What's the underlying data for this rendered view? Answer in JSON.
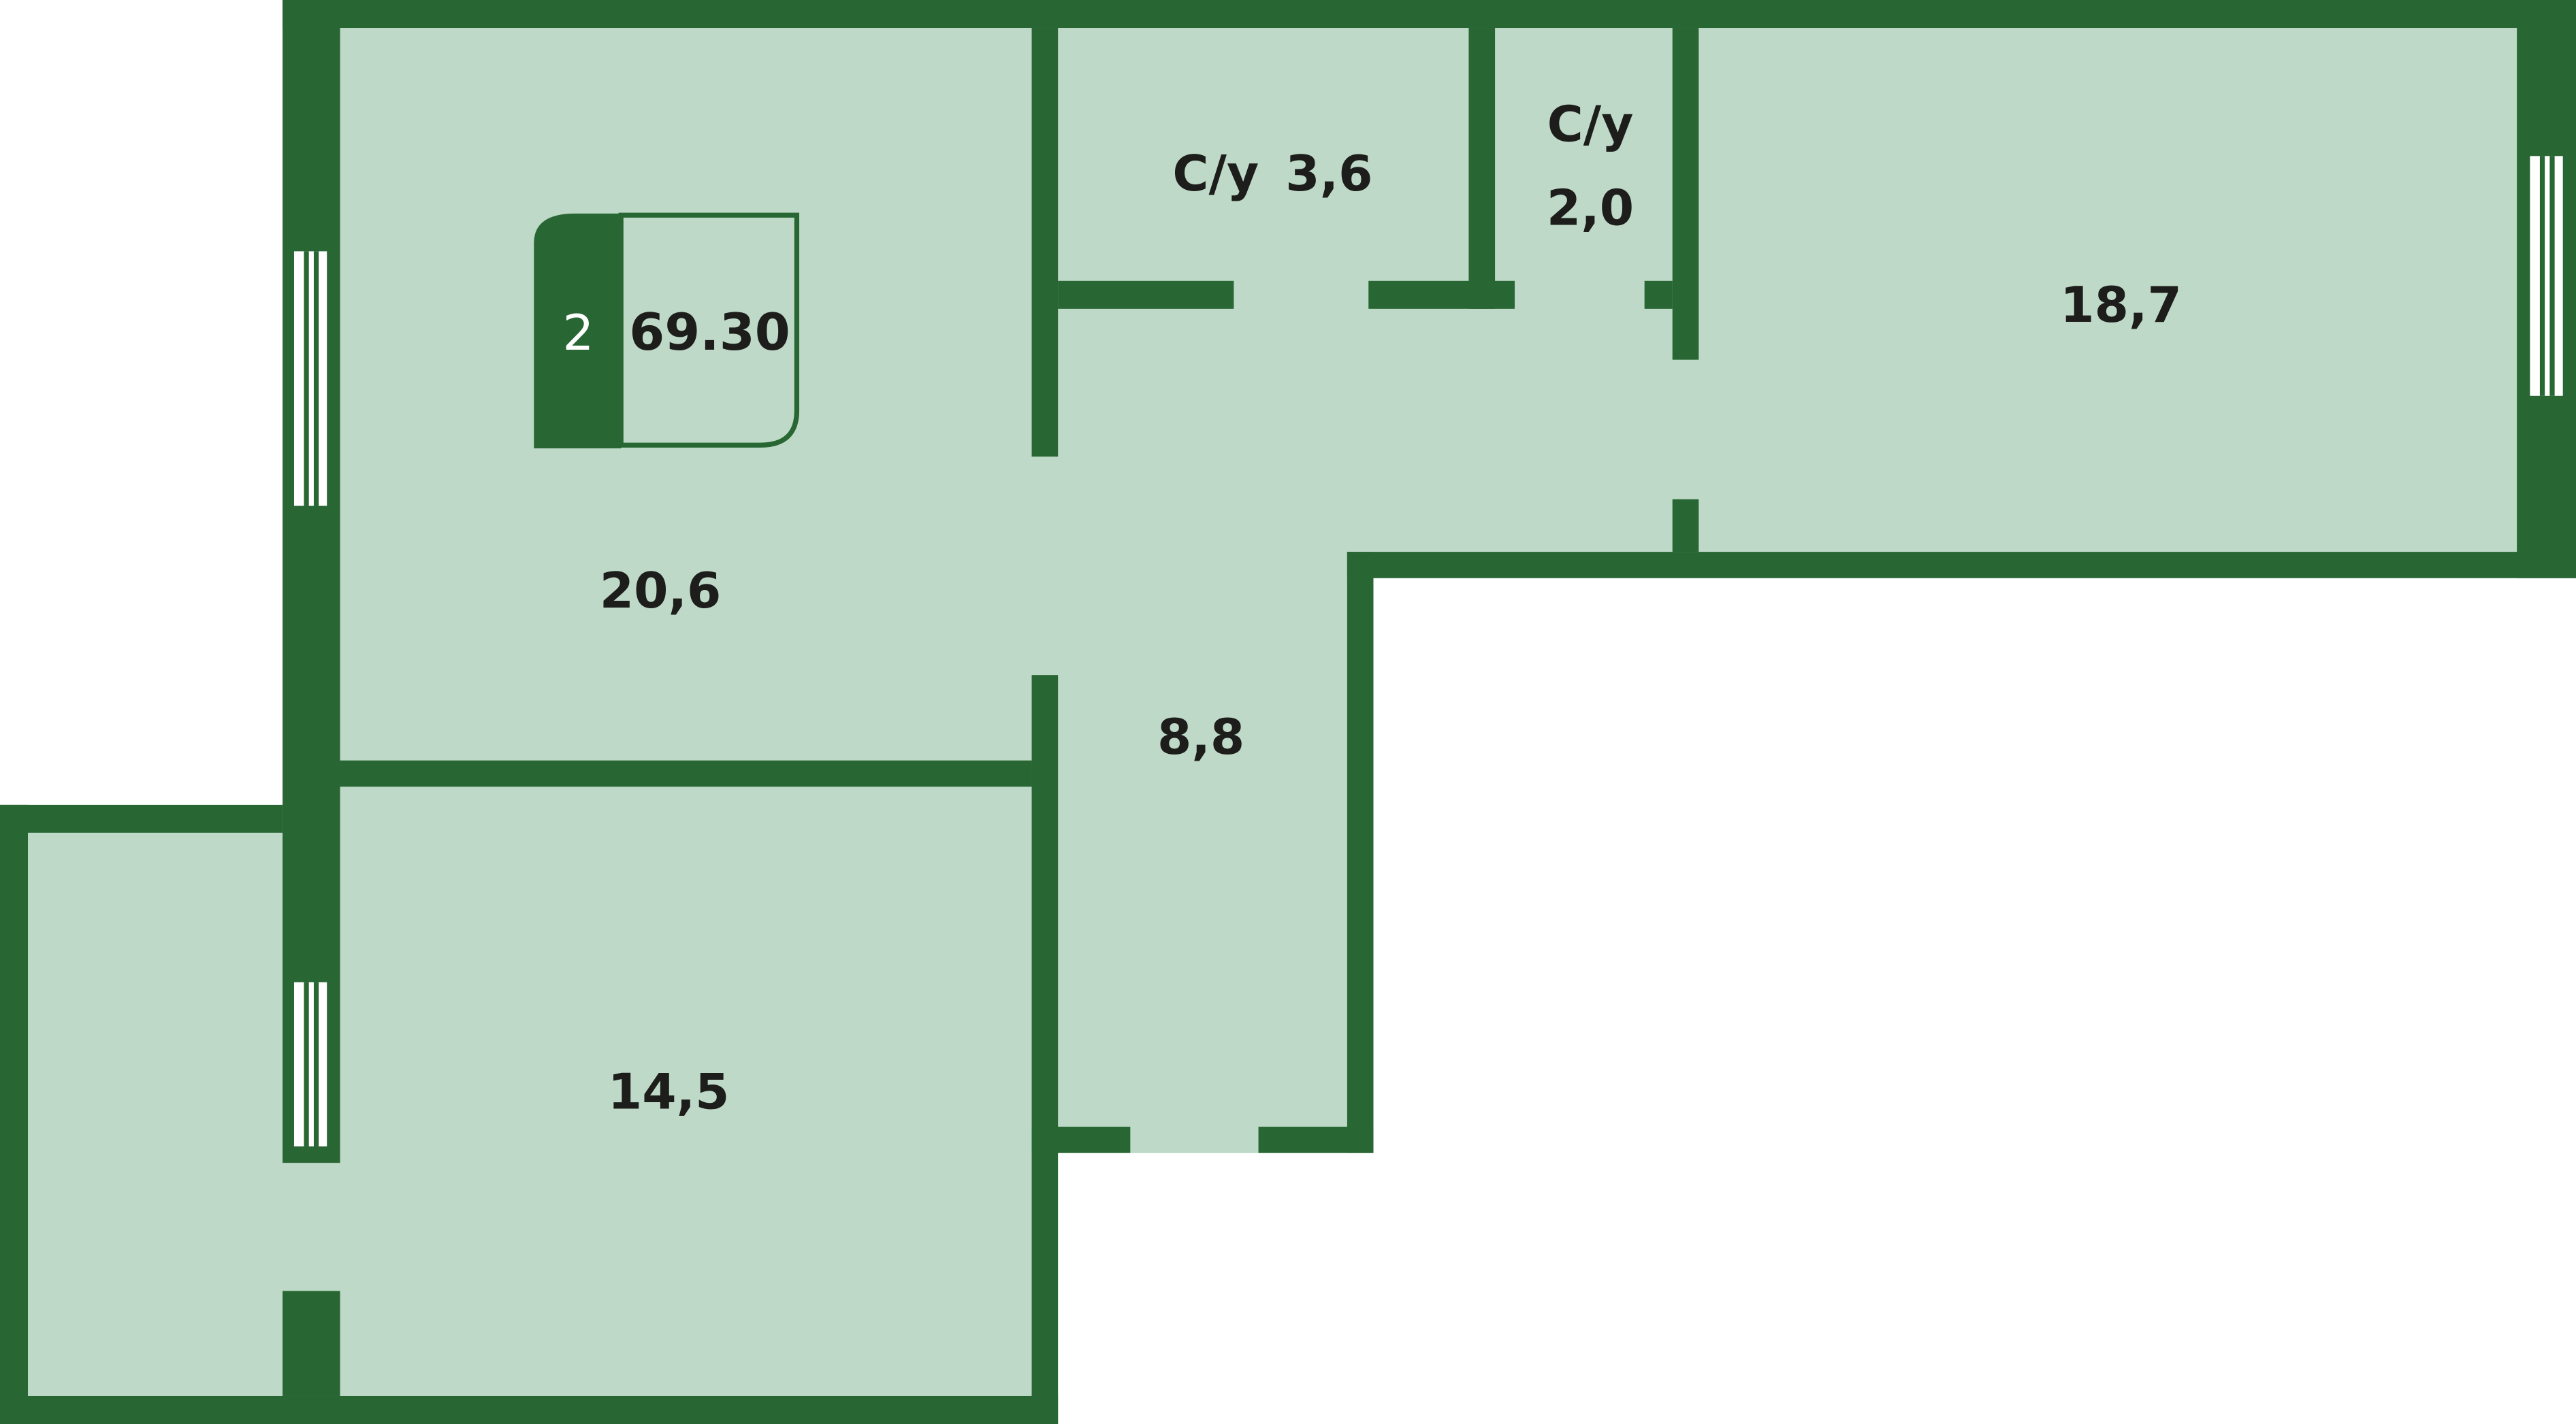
{
  "plan": {
    "colors": {
      "wall": "#286633",
      "floor": "#bed9c7",
      "text": "#1d1d1b"
    },
    "badge": {
      "rooms": "2",
      "total_area": "69.30"
    },
    "rooms": {
      "living": "20,6",
      "bedroom": "14,5",
      "hall": "8,8",
      "room_right": "18,7",
      "bath1_label": "С/у",
      "bath1_area": "3,6",
      "bath2_label": "С/у",
      "bath2_area": "2,0"
    }
  }
}
